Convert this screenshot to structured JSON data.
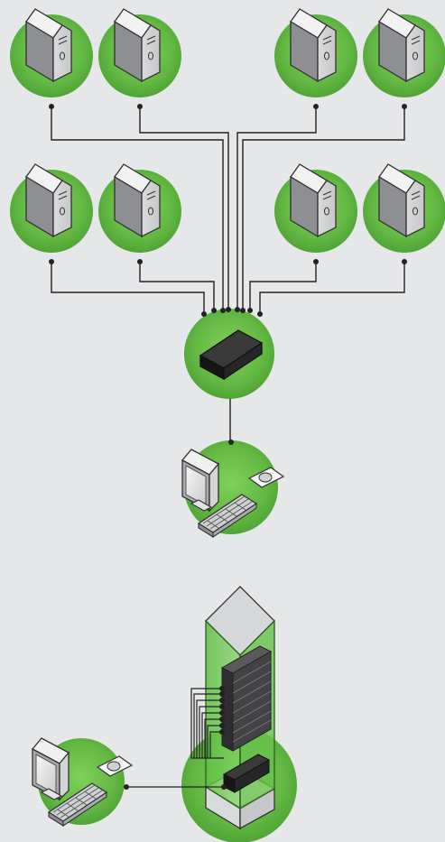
{
  "diagram": {
    "background": "#e6e7e9",
    "accent_green": "#6cc04a",
    "wire_color": "#222222",
    "top_section": {
      "servers": [
        {
          "id": "server-1",
          "icon": "tower-server-icon"
        },
        {
          "id": "server-2",
          "icon": "tower-server-icon"
        },
        {
          "id": "server-3",
          "icon": "tower-server-icon"
        },
        {
          "id": "server-4",
          "icon": "tower-server-icon"
        },
        {
          "id": "server-5",
          "icon": "tower-server-icon"
        },
        {
          "id": "server-6",
          "icon": "tower-server-icon"
        },
        {
          "id": "server-7",
          "icon": "tower-server-icon"
        },
        {
          "id": "server-8",
          "icon": "tower-server-icon"
        }
      ],
      "switch": {
        "icon": "kvm-switch-icon"
      },
      "console": {
        "icon": "workstation-icon"
      }
    },
    "bottom_section": {
      "rack": {
        "icon": "server-rack-icon",
        "port_count": 8
      },
      "console": {
        "icon": "workstation-icon"
      }
    }
  }
}
